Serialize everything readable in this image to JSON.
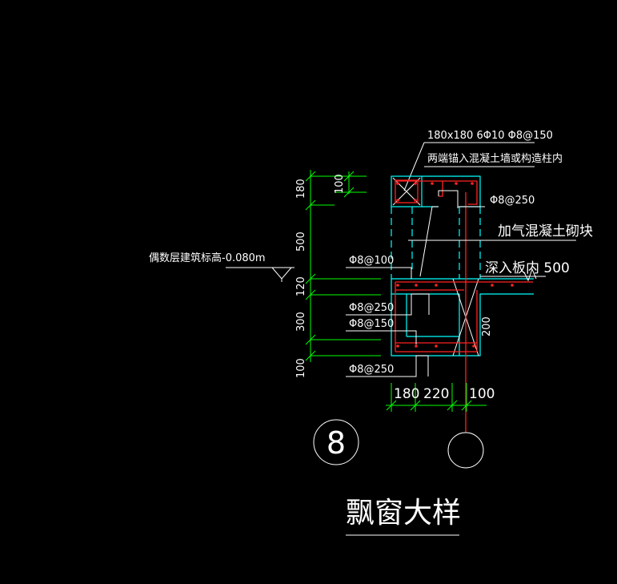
{
  "title": "飘窗大样",
  "detail_number": "8",
  "annotations": {
    "lintel": "180x180 6Φ10 Φ8@150",
    "anchor_note": "两端锚入混凝土墙或构造柱内",
    "rebar_top_right": "Φ8@250",
    "block_wall": "加气混凝土砌块",
    "embed_depth": "深入板内 500",
    "floor_level": "偶数层建筑标高-0.080m",
    "rebar_100": "Φ8@100",
    "rebar_250_a": "Φ8@250",
    "rebar_150": "Φ8@150",
    "rebar_250_b": "Φ8@250",
    "dim_200": "200"
  },
  "dims_vertical": [
    "180",
    "500",
    "120",
    "300",
    "100"
  ],
  "dim_small_top": "100",
  "dims_horizontal": [
    "180",
    "220",
    "100"
  ],
  "colors": {
    "background": "#000000",
    "dimension": "#00ff00",
    "outline": "#00ffff",
    "rebar": "#ff2222",
    "text": "#ffffff"
  }
}
